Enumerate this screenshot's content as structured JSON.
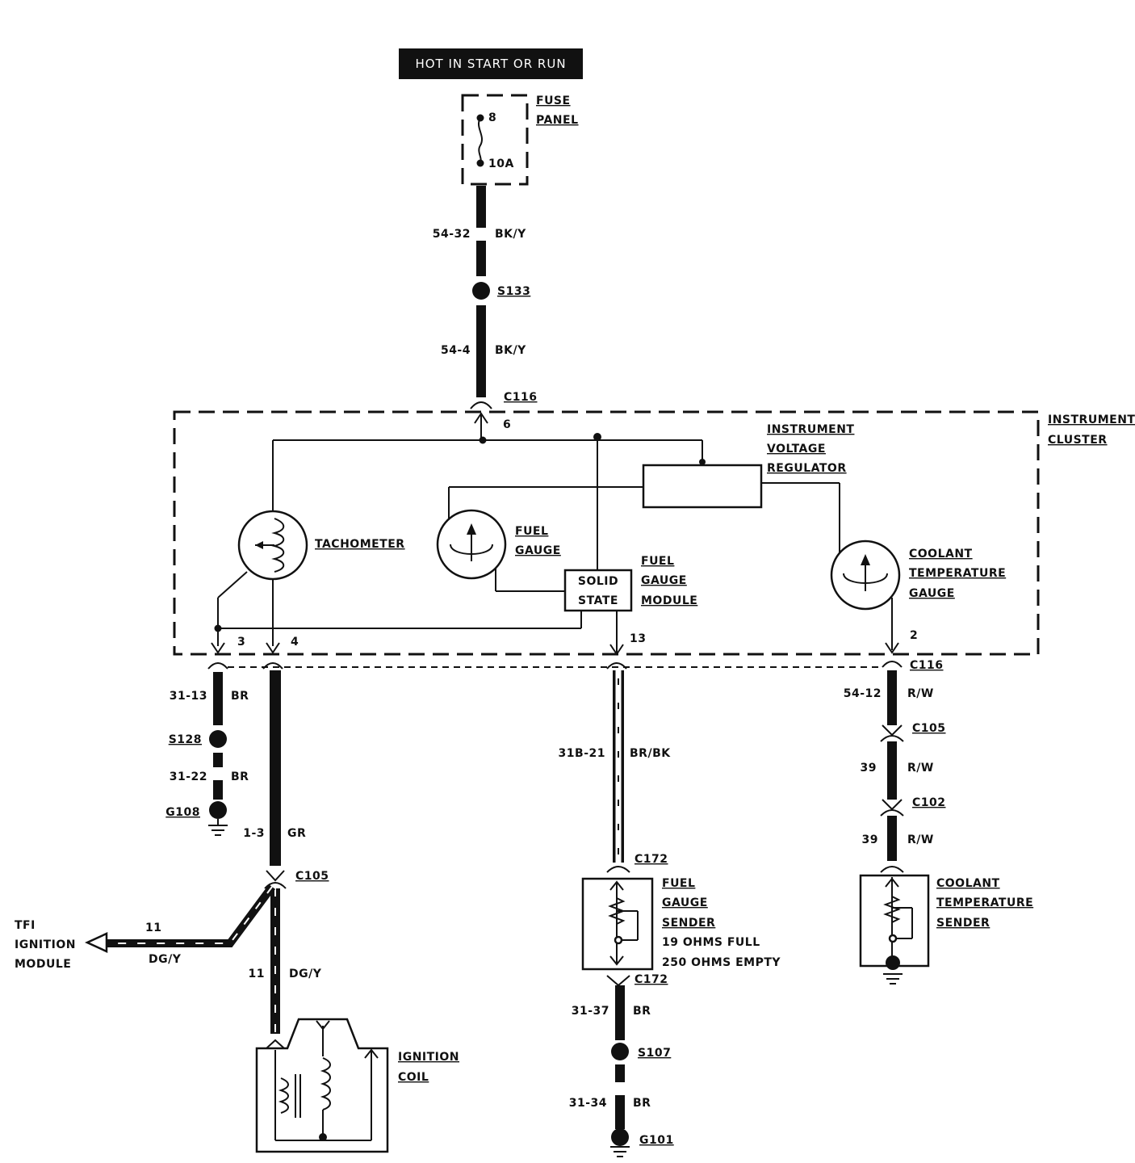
{
  "banner": "HOT IN START OR RUN",
  "fuse_panel": {
    "title_1": "FUSE",
    "title_2": "PANEL",
    "fuse_number": "8",
    "fuse_rating": "10A"
  },
  "wires": {
    "w_54_32": {
      "circuit": "54-32",
      "color": "BK/Y"
    },
    "w_54_4": {
      "circuit": "54-4",
      "color": "BK/Y"
    },
    "w_31_13": {
      "circuit": "31-13",
      "color": "BR"
    },
    "w_31_22": {
      "circuit": "31-22",
      "color": "BR"
    },
    "w_1_3": {
      "circuit": "1-3",
      "color": "GR"
    },
    "w_11_tfi": {
      "circuit": "11",
      "color": "DG/Y"
    },
    "w_11_coil": {
      "circuit": "11",
      "color": "DG/Y"
    },
    "w_31b_21": {
      "circuit": "31B-21",
      "color": "BR/BK"
    },
    "w_31_37": {
      "circuit": "31-37",
      "color": "BR"
    },
    "w_31_34": {
      "circuit": "31-34",
      "color": "BR"
    },
    "w_54_12": {
      "circuit": "54-12",
      "color": "R/W"
    },
    "w_39_a": {
      "circuit": "39",
      "color": "R/W"
    },
    "w_39_b": {
      "circuit": "39",
      "color": "R/W"
    }
  },
  "splices": {
    "s133": "S133",
    "s128": "S128",
    "s107": "S107"
  },
  "grounds": {
    "g108": "G108",
    "g101": "G101"
  },
  "connectors": {
    "c116_top": "C116",
    "c116_right": "C116",
    "c105_left": "C105",
    "c105_right": "C105",
    "c102": "C102",
    "c172_top": "C172",
    "c172_bottom": "C172"
  },
  "pins": {
    "p6": "6",
    "p3": "3",
    "p4": "4",
    "p13": "13",
    "p2": "2"
  },
  "instrument_cluster": {
    "title_1": "INSTRUMENT",
    "title_2": "CLUSTER"
  },
  "regulator": {
    "line_1": "INSTRUMENT",
    "line_2": "VOLTAGE",
    "line_3": "REGULATOR"
  },
  "tachometer": "TACHOMETER",
  "fuel_gauge": {
    "line_1": "FUEL",
    "line_2": "GAUGE"
  },
  "fuel_gauge_module": {
    "line_1": "FUEL",
    "line_2": "GAUGE",
    "line_3": "MODULE",
    "box_1": "SOLID",
    "box_2": "STATE"
  },
  "coolant_gauge": {
    "line_1": "COOLANT",
    "line_2": "TEMPERATURE",
    "line_3": "GAUGE"
  },
  "tfi": {
    "line_1": "TFI",
    "line_2": "IGNITION",
    "line_3": "MODULE"
  },
  "ignition_coil": {
    "line_1": "IGNITION",
    "line_2": "COIL"
  },
  "fuel_sender": {
    "line_1": "FUEL",
    "line_2": "GAUGE",
    "line_3": "SENDER",
    "spec_1": "19 OHMS FULL",
    "spec_2": "250 OHMS EMPTY"
  },
  "coolant_sender": {
    "line_1": "COOLANT",
    "line_2": "TEMPERATURE",
    "line_3": "SENDER"
  }
}
